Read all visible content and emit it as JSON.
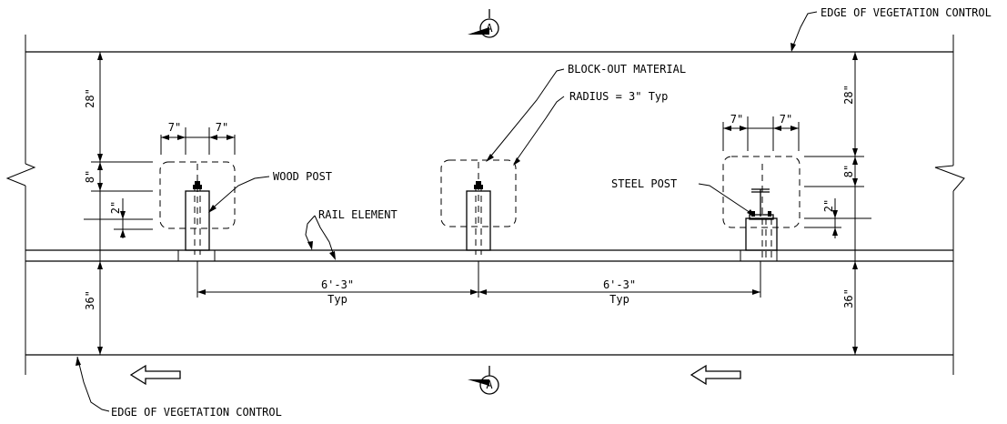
{
  "labels": {
    "edge_top": "EDGE OF VEGETATION CONTROL",
    "edge_bottom": "EDGE OF VEGETATION CONTROL",
    "blockout": "BLOCK-OUT MATERIAL",
    "radius": "RADIUS = 3\" Typ",
    "wood_post": "WOOD POST",
    "steel_post": "STEEL POST",
    "rail_element": "RAIL ELEMENT",
    "section_marker": "A"
  },
  "dimensions": {
    "left_28": "28\"",
    "left_8": "8\"",
    "left_2": "2\"",
    "left_36": "36\"",
    "right_28": "28\"",
    "right_8": "8\"",
    "right_2": "2\"",
    "right_36": "36\"",
    "post_left_a": "7\"",
    "post_left_b": "7\"",
    "post_right_a": "7\"",
    "post_right_b": "7\"",
    "spacing_1": "6'-3\"",
    "spacing_1_typ": "Typ",
    "spacing_2": "6'-3\"",
    "spacing_2_typ": "Typ"
  }
}
